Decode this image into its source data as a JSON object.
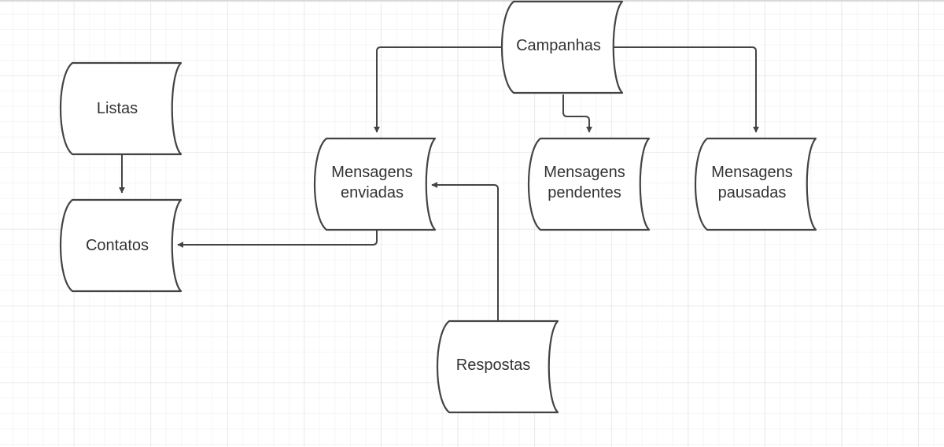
{
  "diagram": {
    "nodes": [
      {
        "id": "listas",
        "label": "Listas"
      },
      {
        "id": "contatos",
        "label": "Contatos"
      },
      {
        "id": "campanhas",
        "label": "Campanhas"
      },
      {
        "id": "enviadas",
        "label": "Mensagens\nenviadas"
      },
      {
        "id": "pendentes",
        "label": "Mensagens\npendentes"
      },
      {
        "id": "pausadas",
        "label": "Mensagens\npausadas"
      },
      {
        "id": "respostas",
        "label": "Respostas"
      }
    ],
    "edges": [
      {
        "from": "listas",
        "to": "contatos"
      },
      {
        "from": "campanhas",
        "to": "enviadas"
      },
      {
        "from": "campanhas",
        "to": "pendentes"
      },
      {
        "from": "campanhas",
        "to": "pausadas"
      },
      {
        "from": "enviadas",
        "to": "contatos"
      },
      {
        "from": "respostas",
        "to": "enviadas"
      }
    ],
    "colors": {
      "stroke": "#444444",
      "text": "#333333",
      "arrow": "#444444"
    }
  }
}
